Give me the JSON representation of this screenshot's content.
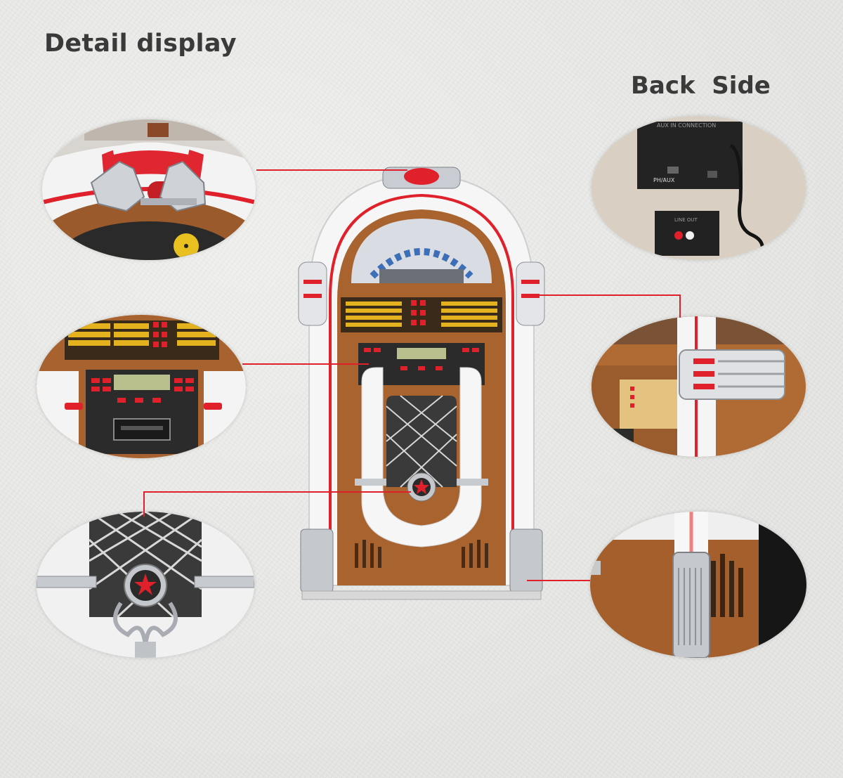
{
  "headings": {
    "detail": "Detail display",
    "back": "Back  Side"
  },
  "colors": {
    "accent": "#e0202a",
    "wood": "#a5622e",
    "chrome": "#c9ccd2",
    "panel_white": "#f7f7f7"
  },
  "details": [
    {
      "name": "top-ornament-closeup",
      "callout": "top-ornament"
    },
    {
      "name": "control-panel-closeup",
      "callout": "control-panel"
    },
    {
      "name": "speaker-grille-closeup",
      "callout": "speaker-grille"
    },
    {
      "name": "side-light-closeup",
      "callout": "side-light"
    },
    {
      "name": "base-column-closeup",
      "callout": "base-column"
    }
  ],
  "back_panel": {
    "connector_label": "AUX IN CONNECTION",
    "switch_label": "PH/AUX",
    "line_out_label": "LINE OUT"
  }
}
